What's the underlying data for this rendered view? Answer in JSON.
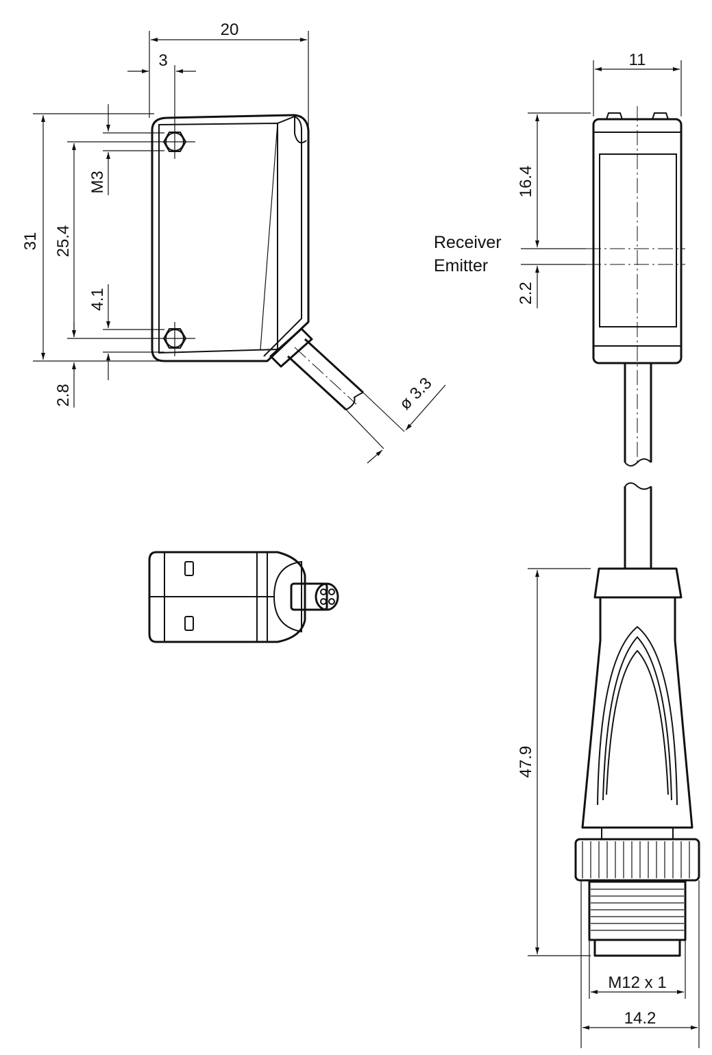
{
  "dimensions": {
    "width_20": "20",
    "offset_3": "3",
    "height_31": "31",
    "hole_spacing_25_4": "25.4",
    "thread_m3": "M3",
    "offset_4_1": "4.1",
    "offset_2_8": "2.8",
    "cable_diameter": "ø 3.3",
    "side_width_11": "11",
    "receiver_offset_16_4": "16.4",
    "optical_spacing_2_2": "2.2",
    "connector_length_47_9": "47.9",
    "thread_m12": "M12 x 1",
    "connector_width_14_2": "14.2"
  },
  "labels": {
    "receiver": "Receiver",
    "emitter": "Emitter"
  },
  "colors": {
    "line": "#111111",
    "background": "#ffffff"
  }
}
